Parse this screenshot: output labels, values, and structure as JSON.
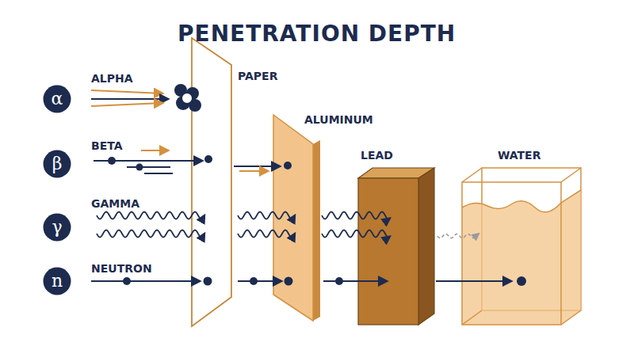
{
  "diagram": {
    "title": "PENETRATION DEPTH",
    "nodes": [
      {
        "text": [
          "α"
        ]
      },
      {
        "text": [
          "β"
        ]
      },
      {
        "text": [
          "γ"
        ]
      },
      {
        "text": [
          "n"
        ]
      }
    ],
    "labels": [
      "ALPHA",
      "BETA",
      "GAMMA",
      "NEUTRON",
      "PAPER",
      "ALUMINUM",
      "LEAD",
      "WATER"
    ]
  }
}
